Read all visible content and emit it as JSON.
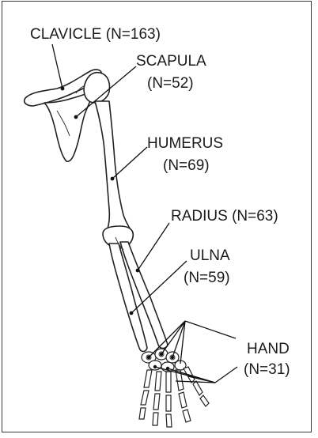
{
  "labels": {
    "clavicle": {
      "name": "CLAVICLE",
      "count": "(N=163)"
    },
    "scapula": {
      "name": "SCAPULA",
      "count": "(N=52)"
    },
    "humerus": {
      "name": "HUMERUS",
      "count": "(N=69)"
    },
    "radius": {
      "name": "RADIUS",
      "count": "(N=63)"
    },
    "ulna": {
      "name": "ULNA",
      "count": "(N=59)"
    },
    "hand": {
      "name": "HAND",
      "count": "(N=31)"
    }
  }
}
